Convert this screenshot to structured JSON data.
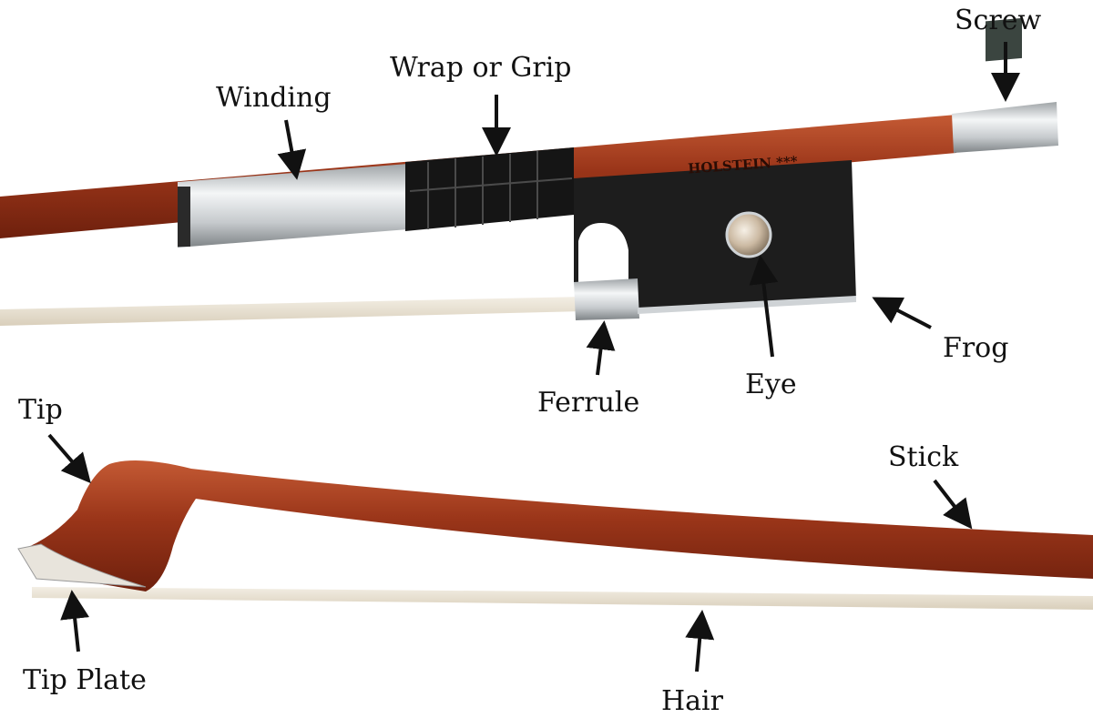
{
  "labels": {
    "screw": "Screw",
    "wrap_or_grip": "Wrap or Grip",
    "winding": "Winding",
    "frog": "Frog",
    "eye": "Eye",
    "ferrule": "Ferrule",
    "tip": "Tip",
    "stick": "Stick",
    "tip_plate": "Tip Plate",
    "hair": "Hair"
  },
  "brand_stamp": "HOLSTEIN ***",
  "colors": {
    "wood": "#8e2f16",
    "wood_highlight": "#c45a34",
    "silver": "#d9dde0",
    "ebony": "#1c1c1c",
    "hair": "#e9e2d2",
    "label_text": "#111111"
  }
}
